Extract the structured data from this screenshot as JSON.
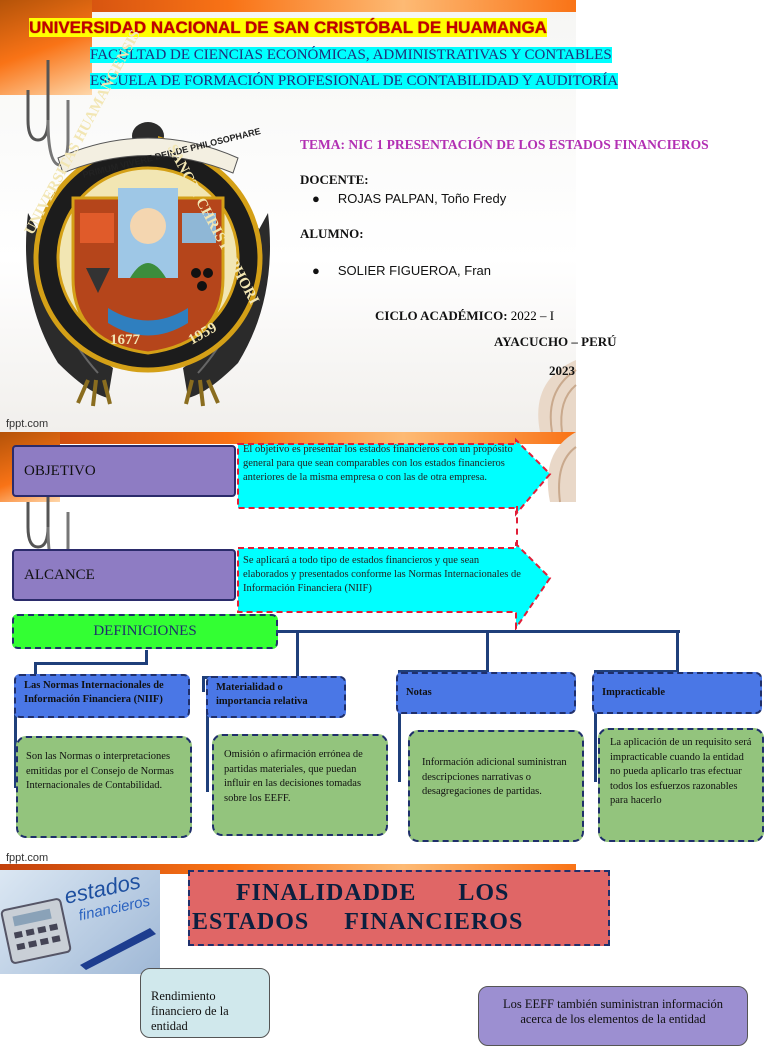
{
  "slide1": {
    "university": "UNIVERSIDAD NACIONAL DE SAN CRISTÓBAL DE HUAMANGA",
    "faculty": "FACULTAD DE CIENCIAS ECONÓMICAS, ADMINISTRATIVAS Y CONTABLES",
    "school": "ESCUELA DE FORMACIÓN PROFESIONAL DE CONTABILIDAD Y AUDITORÍA",
    "tema": "TEMA: NIC 1 PRESENTACIÓN DE LOS ESTADOS FINANCIEROS",
    "docente_label": "DOCENTE:",
    "docente_name": "ROJAS PALPAN, Toño Fredy",
    "alumno_label": "ALUMNO:",
    "alumno_name": "SOLIER FIGUEROA, Fran",
    "ciclo_label": "CICLO ACADÉMICO:",
    "ciclo_value": " 2022 – I",
    "place": "AYACUCHO – PERÚ",
    "year": "2023",
    "seal_top": "PRIMUM VIVERE DEINDE PHILOSOPHARE",
    "seal_left": "UNIVERSITAS HUAMANGENSIS",
    "seal_right": "SANCTI CHRISTOPHORI",
    "seal_bottom_left": "1677",
    "seal_bottom_right": "1959",
    "watermark": "fppt.com"
  },
  "slide2": {
    "objetivo_label": "OBJETIVO",
    "objetivo_text": "El objetivo es presentar los estados financieros con un propósito general para que sean comparables con los estados financieros anteriores de la misma empresa o con las de otra empresa.",
    "alcance_label": "ALCANCE",
    "alcance_text": "Se aplicará a todo tipo de estados financieros y que sean elaborados y presentados conforme las Normas Internacionales de Información Financiera (NIIF)",
    "definiciones_label": "DEFINICIONES",
    "definitions": [
      {
        "title": "Las Normas Internacionales de Información Financiera (NIIF)",
        "text": "Son las Normas o interpretaciones emitidas por el Consejo de Normas Internacionales de Contabilidad."
      },
      {
        "title": "Materialidad o importancia relativa",
        "text": "Omisión o afirmación errónea de partidas materiales, que puedan influir en las decisiones tomadas sobre los EEFF."
      },
      {
        "title": "Notas",
        "text": "Información adicional suministran descripciones narrativas o desagregaciones de partidas."
      },
      {
        "title": "Impracticable",
        "text": "La aplicación de un requisito será impracticable cuando la entidad no pueda aplicarlo tras efectuar todos los esfuerzos razonables para hacerlo"
      }
    ],
    "watermark": "fppt.com"
  },
  "slide3": {
    "logo_line1": "estados",
    "logo_line2": "financieros",
    "title_line1": "FINALIDADDE      LOS",
    "title_line2": "ESTADOS     FINANCIEROS",
    "card_left": "Rendimiento financiero de la entidad",
    "card_right": "Los EEFF también  suministran información acerca de los elementos de  la entidad"
  },
  "colors": {
    "university_red": "#c00000",
    "highlight_yellow": "#ffff00",
    "highlight_cyan": "#00ffff",
    "tema_magenta": "#b22fb3",
    "purple_box": "#8e7cc3",
    "definition_green": "#33ff33",
    "header_blue": "#4a77e6",
    "card_green": "#93c47d",
    "title_red": "#e06666"
  }
}
